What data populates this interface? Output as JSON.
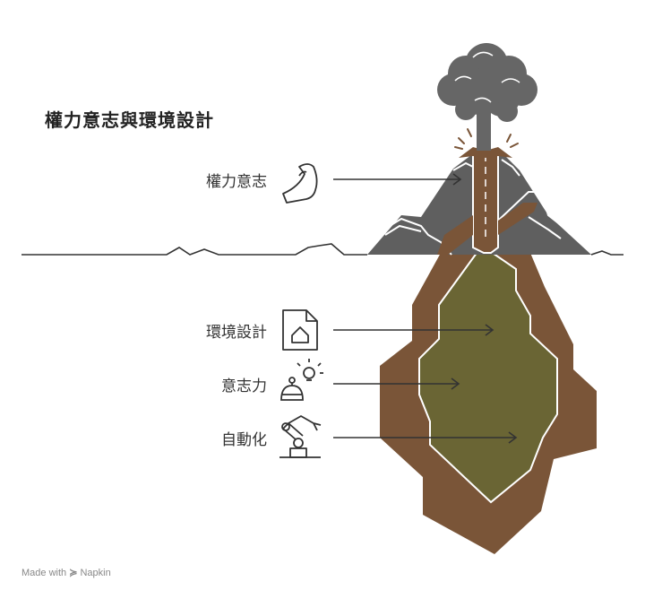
{
  "title": "權力意志與環境設計",
  "labels": {
    "willpower": "權力意志",
    "environment_design": "環境設計",
    "will": "意志力",
    "automation": "自動化"
  },
  "footer": {
    "prefix": "Made with",
    "brand": "Napkin"
  },
  "colors": {
    "mountain": "#5f5f5f",
    "smoke": "#666666",
    "earth": "#7a5538",
    "core": "#6a6534",
    "line": "#333333"
  },
  "icons": {
    "willpower": "flexed-arm-icon",
    "environment_design": "house-document-icon",
    "will": "robot-lightbulb-icon",
    "automation": "robotic-arm-icon"
  }
}
